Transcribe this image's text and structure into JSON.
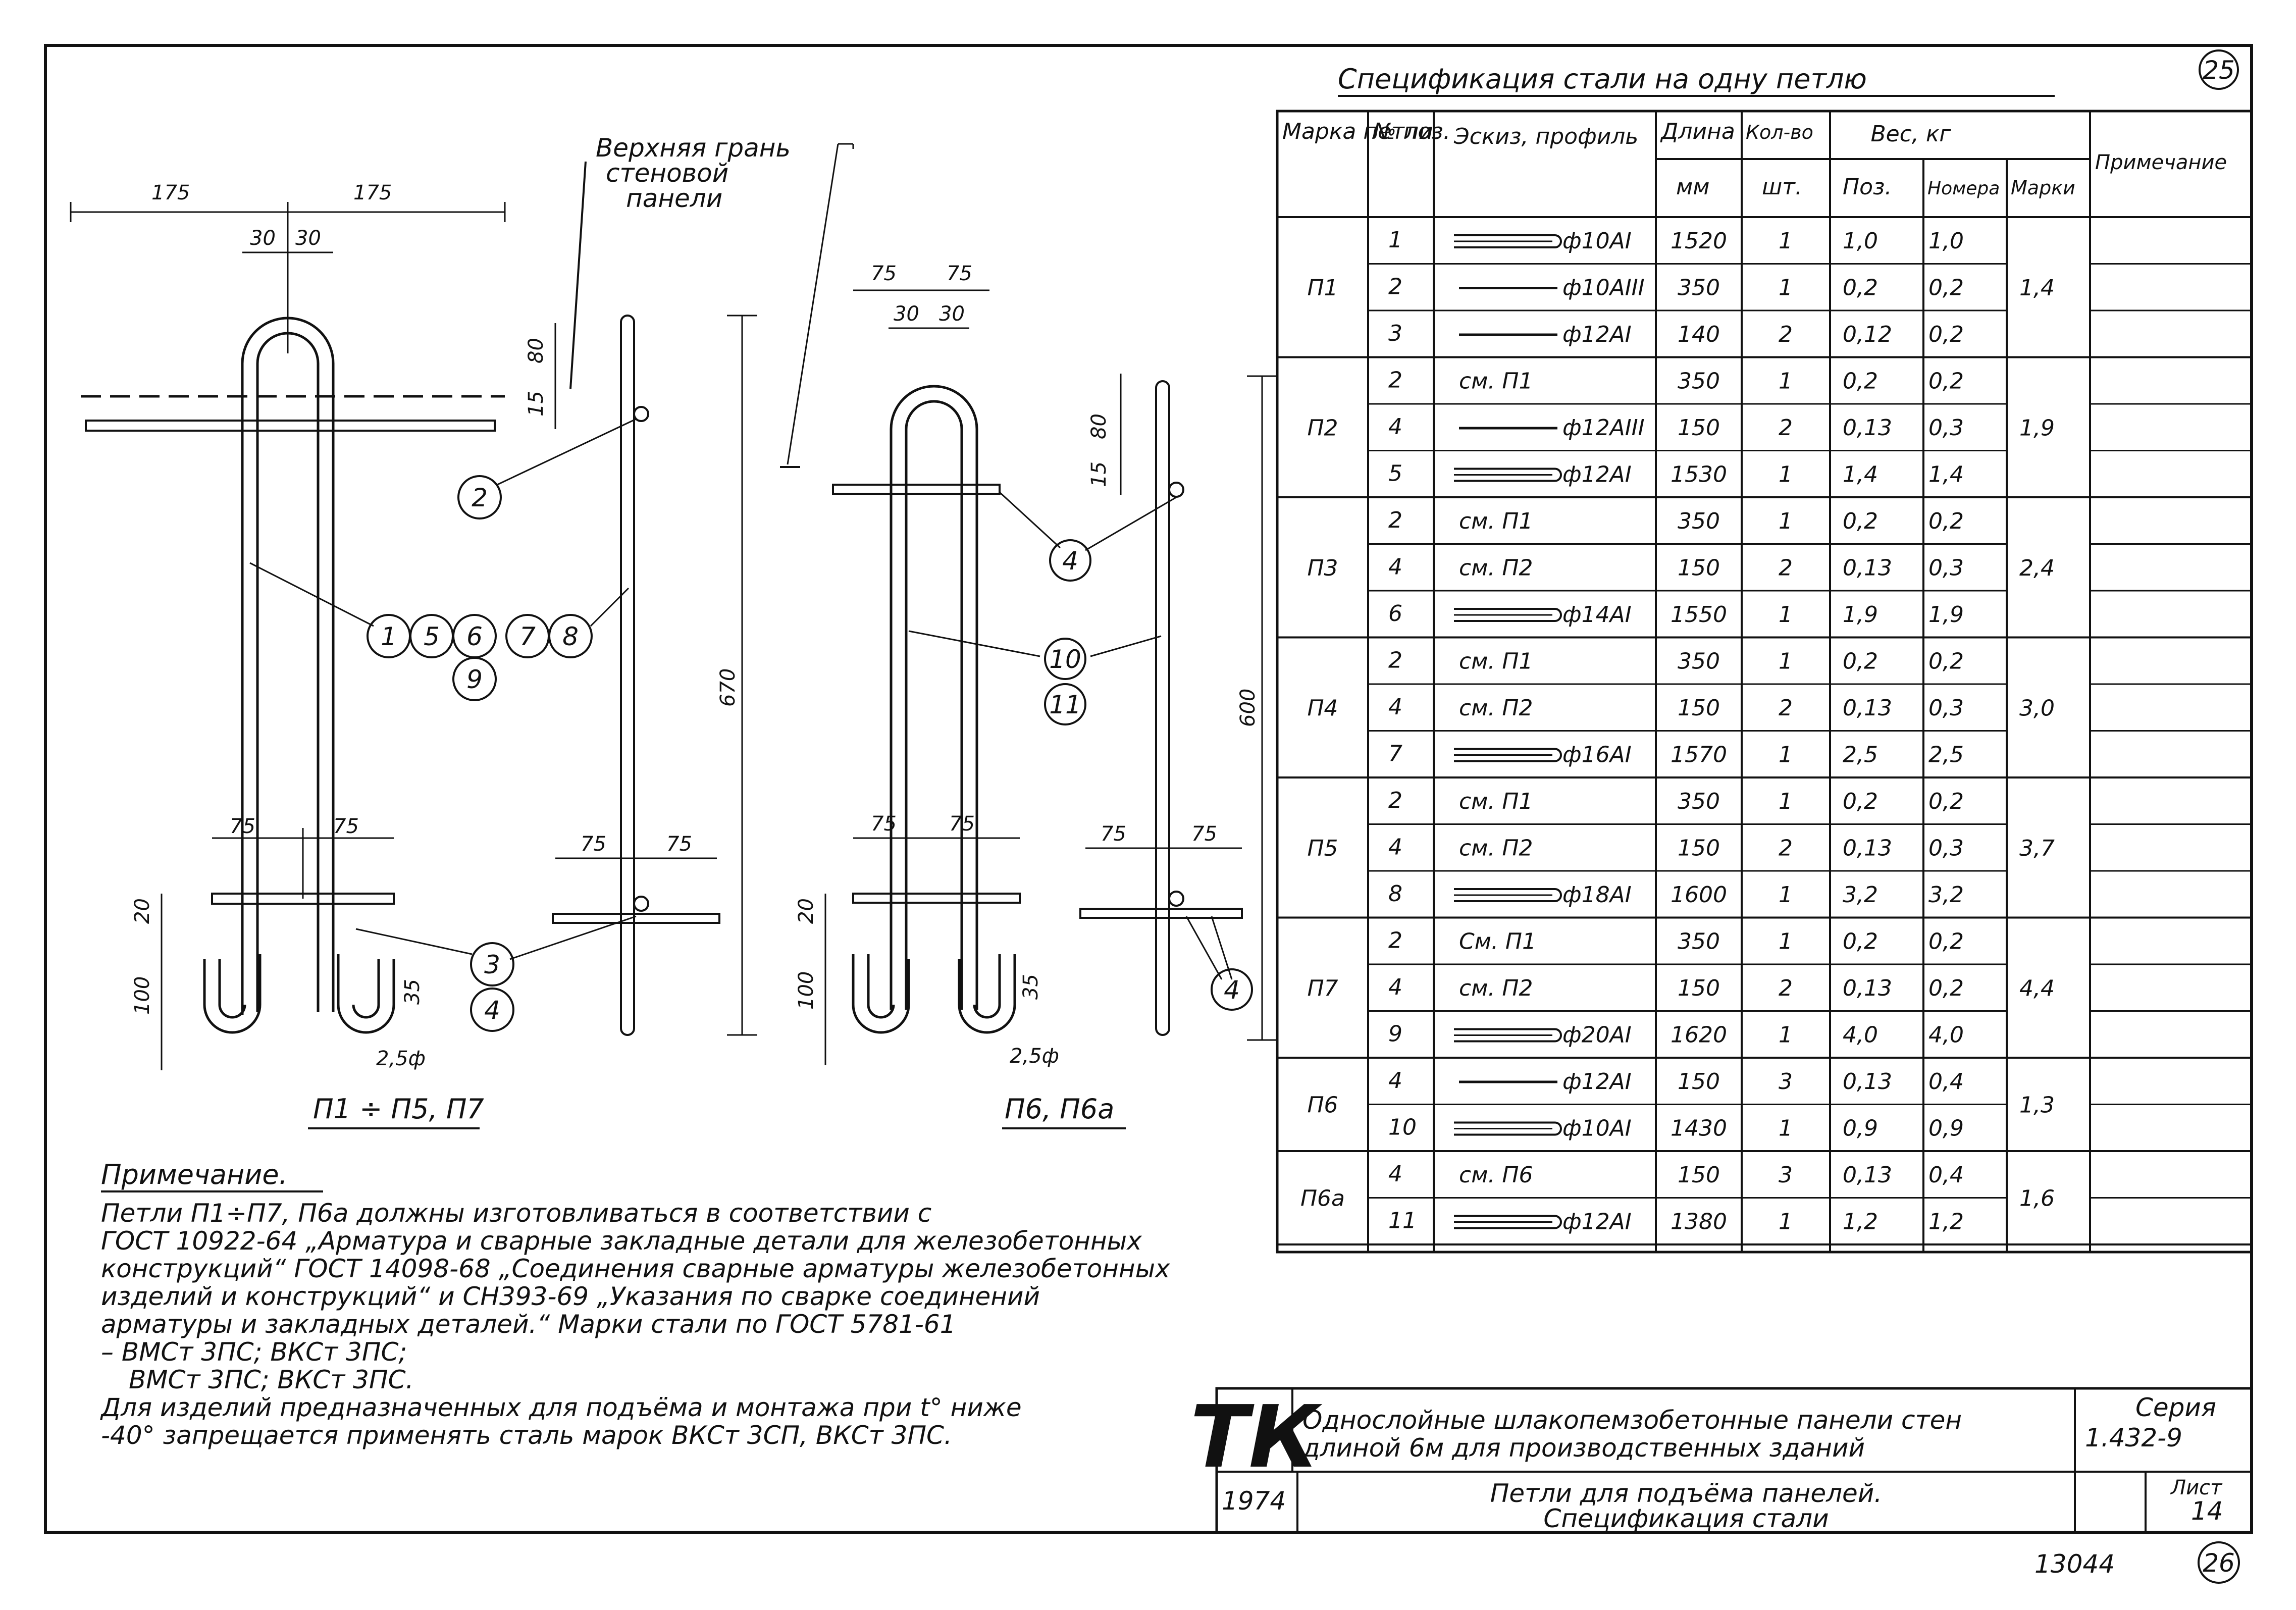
{
  "sheet_number_top": "25",
  "sheet_number_bottom": "26",
  "archive_number": "13044",
  "table": {
    "title": "Спецификация стали на одну петлю",
    "headers": {
      "mark": "Марка петли",
      "pos": "№ поз.",
      "sketch": "Эскиз, профиль",
      "length": "Длина",
      "length_unit": "мм",
      "qty": "Кол-во",
      "qty_unit": "шт.",
      "weight": "Вес, кг",
      "weight_pos": "Поз.",
      "weight_mark_pos": "Номера",
      "weight_mark": "Марки",
      "note": "Примечание"
    },
    "groups": [
      {
        "mark": "П1",
        "total": "1,4",
        "rows": [
          {
            "pos": "1",
            "sketch": "ф10АI",
            "shape": "loop",
            "length": "1520",
            "qty": "1",
            "w_pos": "1,0",
            "w_total": "1,0"
          },
          {
            "pos": "2",
            "sketch": "ф10АIII",
            "shape": "bar",
            "length": "350",
            "qty": "1",
            "w_pos": "0,2",
            "w_total": "0,2"
          },
          {
            "pos": "3",
            "sketch": "ф12АI",
            "shape": "bar",
            "length": "140",
            "qty": "2",
            "w_pos": "0,12",
            "w_total": "0,2"
          }
        ]
      },
      {
        "mark": "П2",
        "total": "1,9",
        "rows": [
          {
            "pos": "2",
            "sketch": "см. П1",
            "shape": "",
            "length": "350",
            "qty": "1",
            "w_pos": "0,2",
            "w_total": "0,2"
          },
          {
            "pos": "4",
            "sketch": "ф12АIII",
            "shape": "bar",
            "length": "150",
            "qty": "2",
            "w_pos": "0,13",
            "w_total": "0,3"
          },
          {
            "pos": "5",
            "sketch": "ф12АI",
            "shape": "loop",
            "length": "1530",
            "qty": "1",
            "w_pos": "1,4",
            "w_total": "1,4"
          }
        ]
      },
      {
        "mark": "П3",
        "total": "2,4",
        "rows": [
          {
            "pos": "2",
            "sketch": "см. П1",
            "shape": "",
            "length": "350",
            "qty": "1",
            "w_pos": "0,2",
            "w_total": "0,2"
          },
          {
            "pos": "4",
            "sketch": "см. П2",
            "shape": "",
            "length": "150",
            "qty": "2",
            "w_pos": "0,13",
            "w_total": "0,3"
          },
          {
            "pos": "6",
            "sketch": "ф14АI",
            "shape": "loop",
            "length": "1550",
            "qty": "1",
            "w_pos": "1,9",
            "w_total": "1,9"
          }
        ]
      },
      {
        "mark": "П4",
        "total": "3,0",
        "rows": [
          {
            "pos": "2",
            "sketch": "см. П1",
            "shape": "",
            "length": "350",
            "qty": "1",
            "w_pos": "0,2",
            "w_total": "0,2"
          },
          {
            "pos": "4",
            "sketch": "см. П2",
            "shape": "",
            "length": "150",
            "qty": "2",
            "w_pos": "0,13",
            "w_total": "0,3"
          },
          {
            "pos": "7",
            "sketch": "ф16АI",
            "shape": "loop",
            "length": "1570",
            "qty": "1",
            "w_pos": "2,5",
            "w_total": "2,5"
          }
        ]
      },
      {
        "mark": "П5",
        "total": "3,7",
        "rows": [
          {
            "pos": "2",
            "sketch": "см. П1",
            "shape": "",
            "length": "350",
            "qty": "1",
            "w_pos": "0,2",
            "w_total": "0,2"
          },
          {
            "pos": "4",
            "sketch": "см. П2",
            "shape": "",
            "length": "150",
            "qty": "2",
            "w_pos": "0,13",
            "w_total": "0,3"
          },
          {
            "pos": "8",
            "sketch": "ф18АI",
            "shape": "loop",
            "length": "1600",
            "qty": "1",
            "w_pos": "3,2",
            "w_total": "3,2"
          }
        ]
      },
      {
        "mark": "П7",
        "total": "4,4",
        "rows": [
          {
            "pos": "2",
            "sketch": "См. П1",
            "shape": "",
            "length": "350",
            "qty": "1",
            "w_pos": "0,2",
            "w_total": "0,2"
          },
          {
            "pos": "4",
            "sketch": "см. П2",
            "shape": "",
            "length": "150",
            "qty": "2",
            "w_pos": "0,13",
            "w_total": "0,2"
          },
          {
            "pos": "9",
            "sketch": "ф20АI",
            "shape": "loop",
            "length": "1620",
            "qty": "1",
            "w_pos": "4,0",
            "w_total": "4,0"
          }
        ]
      },
      {
        "mark": "П6",
        "total": "1,3",
        "rows": [
          {
            "pos": "4",
            "sketch": "ф12АI",
            "shape": "bar",
            "length": "150",
            "qty": "3",
            "w_pos": "0,13",
            "w_total": "0,4"
          },
          {
            "pos": "10",
            "sketch": "ф10АI",
            "shape": "loop",
            "length": "1430",
            "qty": "1",
            "w_pos": "0,9",
            "w_total": "0,9"
          }
        ]
      },
      {
        "mark": "П6а",
        "total": "1,6",
        "rows": [
          {
            "pos": "4",
            "sketch": "см. П6",
            "shape": "",
            "length": "150",
            "qty": "3",
            "w_pos": "0,13",
            "w_total": "0,4"
          },
          {
            "pos": "11",
            "sketch": "ф12АI",
            "shape": "loop",
            "length": "1380",
            "qty": "1",
            "w_pos": "1,2",
            "w_total": "1,2"
          }
        ]
      }
    ]
  },
  "drawing1": {
    "caption": "П1 ÷ П5, П7",
    "top_face_label": [
      "Верхняя грань",
      "стеновой",
      "панели"
    ],
    "dims": {
      "half_left": "175",
      "half_right": "175",
      "gap_left": "30",
      "gap_right": "30",
      "h80": "80",
      "h15": "15",
      "height": "670",
      "foot_left": "75",
      "foot_right": "75",
      "side_left": "75",
      "side_right": "75",
      "h20": "20",
      "h100": "100",
      "h35": "35",
      "r25": "2,5ф"
    },
    "callouts": [
      "2",
      "1",
      "5",
      "6",
      "7",
      "8",
      "9",
      "3",
      "4"
    ]
  },
  "drawing2": {
    "caption": "П6, П6а",
    "dims": {
      "top_left": "75",
      "top_right": "75",
      "gap_left": "30",
      "gap_right": "30",
      "h80": "80",
      "h15": "15",
      "height": "600",
      "foot_left": "75",
      "foot_right": "75",
      "side_left": "75",
      "side_right": "75",
      "h20": "20",
      "h100": "100",
      "h35": "35",
      "r25": "2,5ф"
    },
    "callouts": [
      "4",
      "10",
      "11",
      "4"
    ]
  },
  "notes": {
    "title": "Примечание.",
    "lines": [
      "Петли П1÷П7, П6а должны изготовливаться в соответствии с",
      "ГОСТ 10922-64 „Арматура и сварные закладные детали для железобетонных",
      "конструкций“ ГОСТ 14098-68 „Соединения сварные арматуры железобетонных",
      "изделий и конструкций“ и СН393-69 „Указания по сварке соединений",
      "арматуры и закладных деталей.“ Марки стали по ГОСТ 5781-61",
      "– ВМСт 3ПС; ВКСт 3ПС;",
      "ВМСт 3ПС; ВКСт 3ПС.",
      "Для изделий предназначенных для подъёма и монтажа при t° ниже",
      "-40° запрещается применять сталь марок ВКСт 3СП, ВКСт 3ПС."
    ]
  },
  "stamp": {
    "logo": "ТК",
    "title_line1": "Однослойные шлакопемзобетонные панели стен",
    "title_line2": "длиной 6м для производственных зданий",
    "series_label": "Серия",
    "series_value": "1.432-9",
    "year": "1974",
    "subtitle_line1": "Петли для подъёма панелей.",
    "subtitle_line2": "Спецификация стали",
    "sheet_label": "Лист",
    "sheet_value": "14"
  }
}
